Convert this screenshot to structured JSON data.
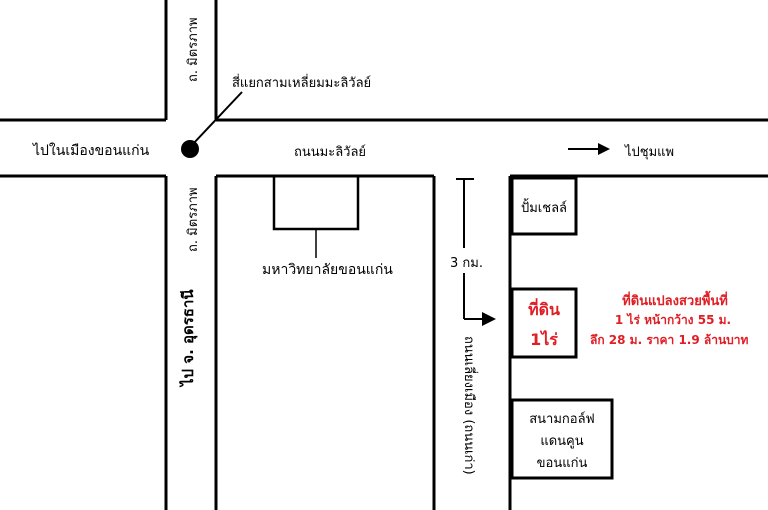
{
  "labels": {
    "road_north": "ถ. มิตรภาพ",
    "road_south": "ถ. มิตรภาพ",
    "intersection": "สี่แยกสามเหลี่ยมมะลิวัลย์",
    "to_city": "ไปในเมืองขอนแก่น",
    "road_mali": "ถนนมะลิวัลย์",
    "to_chumphae": "ไปชุมแพ",
    "university": "มหาวิทยาลัยขอนแก่น",
    "to_udon": "ไป จ. อุดรธานี",
    "distance": "3 กม.",
    "road_bypass": "ถนนเลี่ยงเมือง (ถนนเก่า)",
    "diesel_pump": "ปั้มเชลล์",
    "land_line1": "ที่ดิน",
    "land_line2": "1ไร่",
    "golf_line1": "สนามกอล์ฟ",
    "golf_line2": "แดนคูน",
    "golf_line3": "ขอนแก่น"
  },
  "listing": {
    "headline": "ที่ดินแปลงสวยพื้นที่",
    "line1": "1 ไร่  หน้ากว้าง 55 ม.",
    "line2": "ลึก 28 ม.  ราคา   1.9 ล้านบาท"
  },
  "colors": {
    "accent": "#e01e24",
    "ink": "#000000"
  }
}
